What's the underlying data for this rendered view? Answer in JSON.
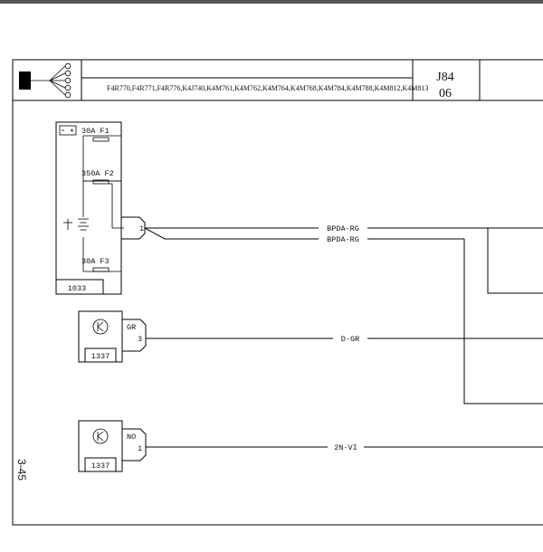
{
  "header": {
    "engine_codes": "F4R770,F4R771,F4R776,K4J740,K4M761,K4M762,K4M764,K4M768,K4M784,K4M788,K4M812,K4M813",
    "diagram_code": "J84",
    "sheet_number": "06"
  },
  "page_number": "3-45",
  "components": {
    "fuse_box": {
      "id": "1033",
      "fuses": [
        {
          "label": "30A  F1"
        },
        {
          "label": "350A  F2"
        },
        {
          "label": "30A  F3"
        }
      ],
      "connector_pin": "1"
    },
    "sensor_top": {
      "id": "1337",
      "connector": "GR",
      "pin": "3"
    },
    "sensor_bottom": {
      "id": "1337",
      "connector": "NO",
      "pin": "1"
    }
  },
  "wires": [
    {
      "label": "BPDA-RG"
    },
    {
      "label": "BPDA-RG"
    },
    {
      "label": "D-GR"
    },
    {
      "label": "2N-VI"
    }
  ],
  "colors": {
    "line": "#000000",
    "top_bar": "#555555"
  }
}
